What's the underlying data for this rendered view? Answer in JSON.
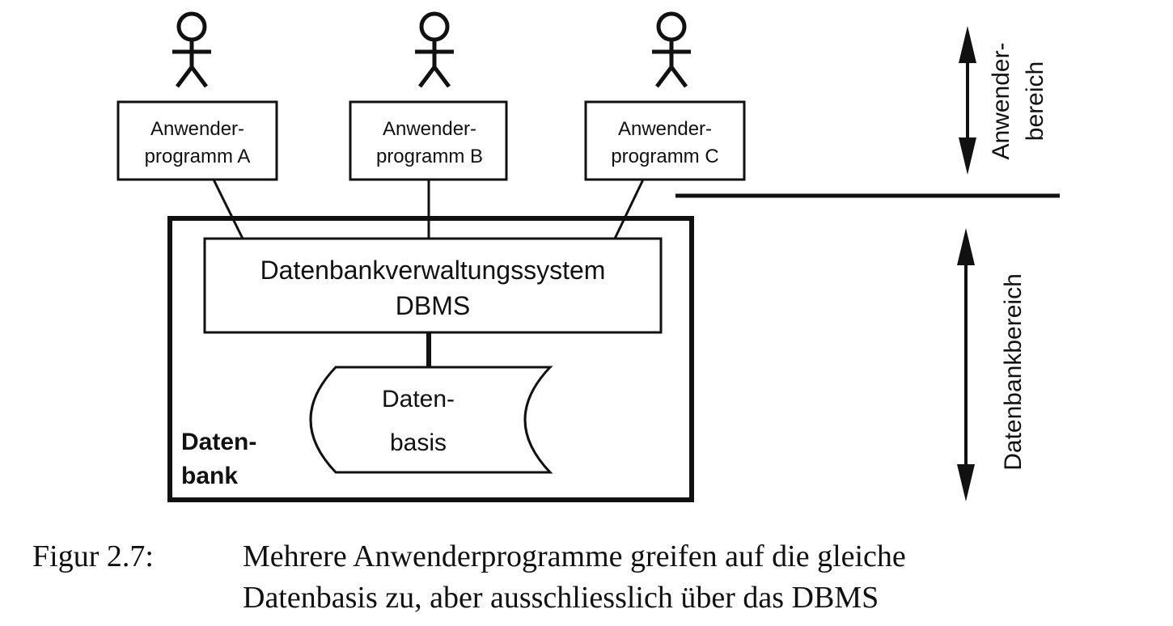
{
  "programs": [
    {
      "line1": "Anwender-",
      "line2": "programm A"
    },
    {
      "line1": "Anwender-",
      "line2": "programm B"
    },
    {
      "line1": "Anwender-",
      "line2": "programm C"
    }
  ],
  "dbms": {
    "line1": "Datenbankverwaltungssystem",
    "line2": "DBMS"
  },
  "datenbasis": {
    "line1": "Daten-",
    "line2": "basis"
  },
  "datenbank": {
    "line1": "Daten-",
    "line2": "bank"
  },
  "regions": {
    "anwender_line1": "Anwender-",
    "anwender_line2": "bereich",
    "datenbank": "Datenbankbereich"
  },
  "caption": {
    "label": "Figur 2.7:",
    "line1": "Mehrere Anwenderprogramme greifen auf die gleiche",
    "line2": "Datenbasis zu, aber ausschliesslich über das DBMS"
  }
}
